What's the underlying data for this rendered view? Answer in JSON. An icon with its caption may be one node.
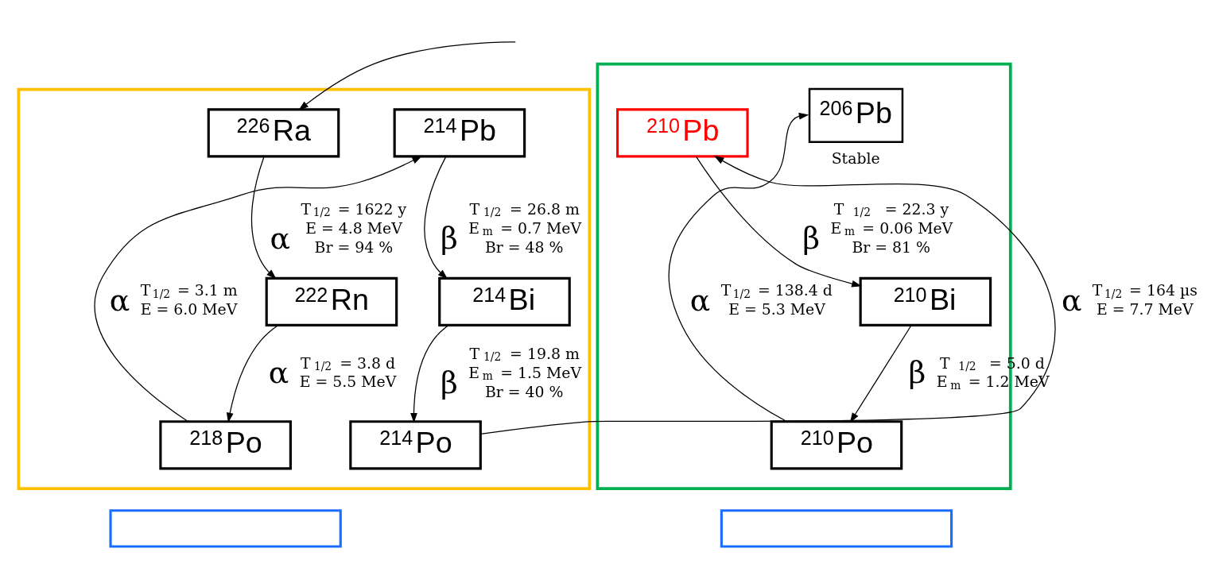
{
  "diagram": {
    "nodes": [
      {
        "text": [],
        "shape": "box"
      },
      {
        "text": [
          "$^{226}$Ra"
        ],
        "in": 0,
        "beside": [
          "T$_{1/2}$ = 1622 y",
          "E = 4.8 MeV",
          "Br = 94 %"
        ]
      },
      {
        "text": [
          "$^{222}$Rn"
        ],
        "in": 0,
        "beside": [
          "T$_{1/2}$ = 3.8 d",
          "E = 5.5 MeV"
        ]
      },
      {
        "text": [
          "$^{218}$Po"
        ],
        "in": 0,
        "beside": [
          "T$_{1/2}$ = 3.1 m",
          "E = 6.0 MeV"
        ]
      },
      {
        "text": [
          "$^{214}$Pb"
        ],
        "in": 0,
        "beside": [
          "T$_{1/2}$ = 26.8 m",
          "E$_{m}$ = 0.7 MeV",
          "Br = 48 %"
        ]
      },
      {
        "text": [
          "$^{214}$Bi"
        ],
        "in": 0,
        "beside": [
          "T$_{1/2}$ = 19.8 m",
          "E$_{m}$ = 1.5 MeV",
          "Br = 40 %"
        ]
      },
      {
        "text": [
          "$^{214}$Po"
        ],
        "in": 0,
        "beside": [
          "T$_{1/2}$ = 164 µs",
          "E = 7.7 MeV"
        ]
      },
      {
        "text": [],
        "shape": "box"
      },
      {
        "text": [
          "$^{210}$Pb"
        ],
        "in": 7,
        "beside": [
          "T$_{1/2}$ = 22.3 y",
          "E$_{m}$ = 0.06 MeV",
          "Br = 81 %"
        ]
      },
      {
        "text": [
          "$^{210}$Bi"
        ],
        "in": 7,
        "beside": [
          "T$_{1/2}$ = 5.0 d",
          "E$_{m}$ = 1.2 MeV"
        ]
      },
      {
        "text": [
          "$^{210}$Po"
        ],
        "in": 7,
        "beside": [
          "T$_{1/2}$ = 138.4 d",
          "E = 5.3 MeV"
        ]
      },
      {
        "text": [
          "$^{206}$Pb"
        ],
        "in": 7,
        "beside": [
          "Stable"
        ]
      },
      {
        "text": [],
        "shape": "box"
      },
      {
        "text": [],
        "shape": "box"
      }
    ],
    "edges": [
      {
        "from": null,
        "to": 1,
        "arrow": "to"
      },
      {
        "from": 1,
        "to": 2,
        "arrow": "to",
        "label": "α"
      },
      {
        "from": 2,
        "to": 3,
        "arrow": "to",
        "label": "α"
      },
      {
        "from": 3,
        "to": 4,
        "arrow": "to",
        "label": "α"
      },
      {
        "from": 4,
        "to": 5,
        "arrow": "to",
        "label": "β"
      },
      {
        "from": 5,
        "to": 6,
        "arrow": "to",
        "label": "β"
      },
      {
        "from": 6,
        "to": 8,
        "arrow": "to",
        "label": "α"
      },
      {
        "from": 8,
        "to": 9,
        "arrow": "to",
        "label": "β"
      },
      {
        "from": 9,
        "to": 10,
        "arrow": "to",
        "label": "β"
      },
      {
        "from": 10,
        "to": 11,
        "arrow": "to",
        "label": "α"
      }
    ]
  }
}
